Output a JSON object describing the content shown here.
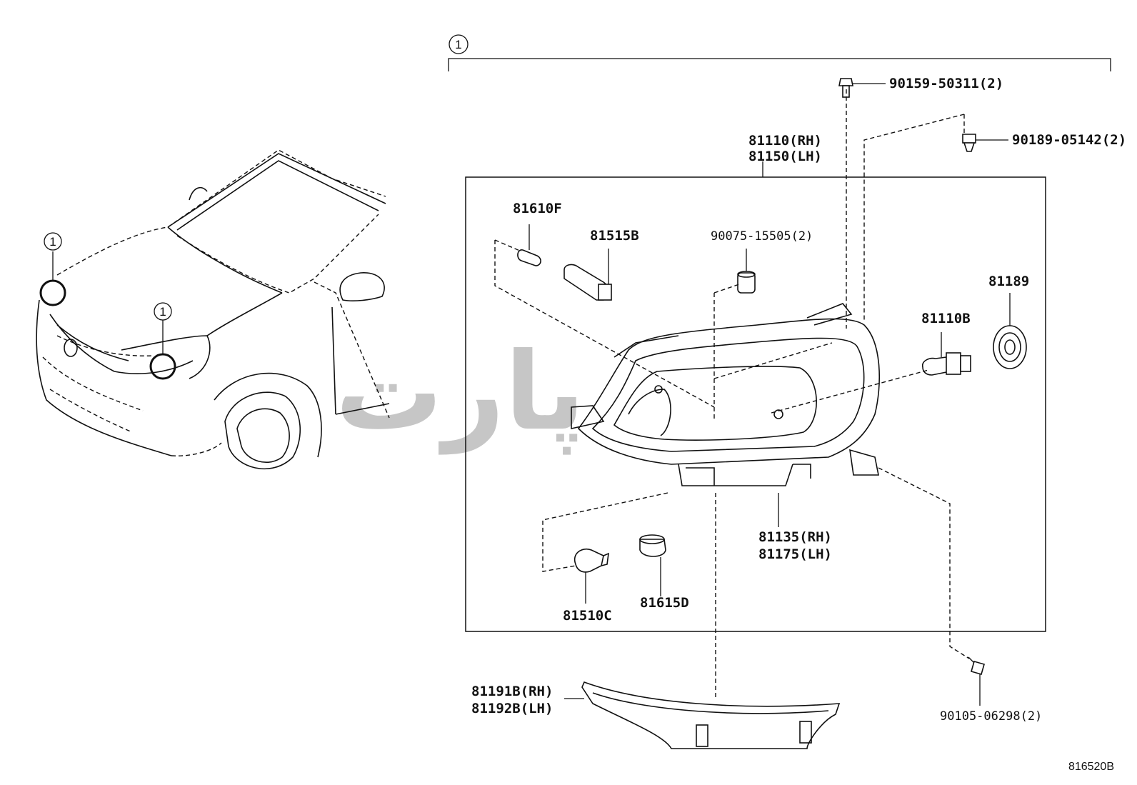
{
  "diagram": {
    "group_marker": "1",
    "car_markers": [
      "1",
      "1"
    ],
    "watermark": "کی پارت",
    "reference_code": "816520B",
    "labels": {
      "bolt_top": "90159-50311(2)",
      "clip_top": "90189-05142(2)",
      "headlamp_rh": "81110(RH)",
      "headlamp_lh": "81150(LH)",
      "bulb_side": "81610F",
      "bulb_h": "81515B",
      "bushing": "90075-15505(2)",
      "socket_cover": "81189",
      "bulb_main": "81110B",
      "housing_rh": "81135(RH)",
      "housing_lh": "81175(LH)",
      "bulb_turn": "81510C",
      "socket": "81615D",
      "trim_rh": "81191B(RH)",
      "trim_lh": "81192B(LH)",
      "bolt_bottom": "90105-06298(2)"
    }
  }
}
